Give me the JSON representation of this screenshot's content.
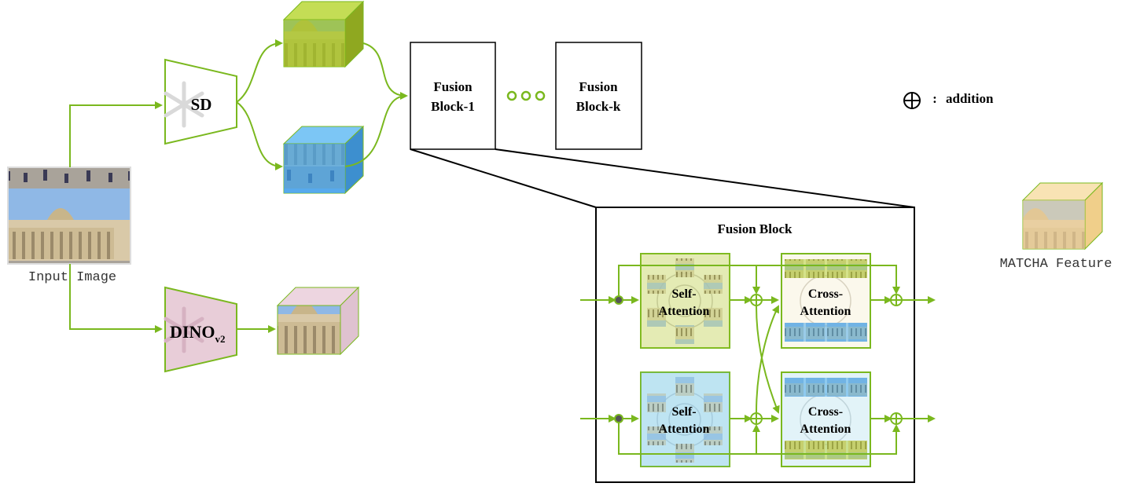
{
  "input": {
    "label": "Input Image"
  },
  "encoders": {
    "sd": {
      "label": "SD"
    },
    "dino": {
      "label": "DINO",
      "subscript": "v2"
    }
  },
  "fusion_blocks": {
    "first": {
      "line1": "Fusion",
      "line2": "Block-1"
    },
    "last": {
      "line1": "Fusion",
      "line2": "Block-k"
    }
  },
  "legend": {
    "symbol": "⊕",
    "separator": ":",
    "text": "addition"
  },
  "detail": {
    "title": "Fusion Block",
    "self_attention": {
      "line1": "Self-",
      "line2": "Attention"
    },
    "cross_attention": {
      "line1": "Cross-",
      "line2": "Attention"
    }
  },
  "output": {
    "label": "MATCHA Feature"
  },
  "colors": {
    "arrow": "#7ab81e",
    "sd_feature": "#9cc21d",
    "sd_feature2": "#4aa8e8",
    "dino_feature": "#e6c8d8",
    "dino_encoder": "#e8cdd8",
    "matcha_feature": "#f3d49c",
    "self_att_top": "#f3f4dc",
    "self_att_bottom": "#daf0f6"
  }
}
